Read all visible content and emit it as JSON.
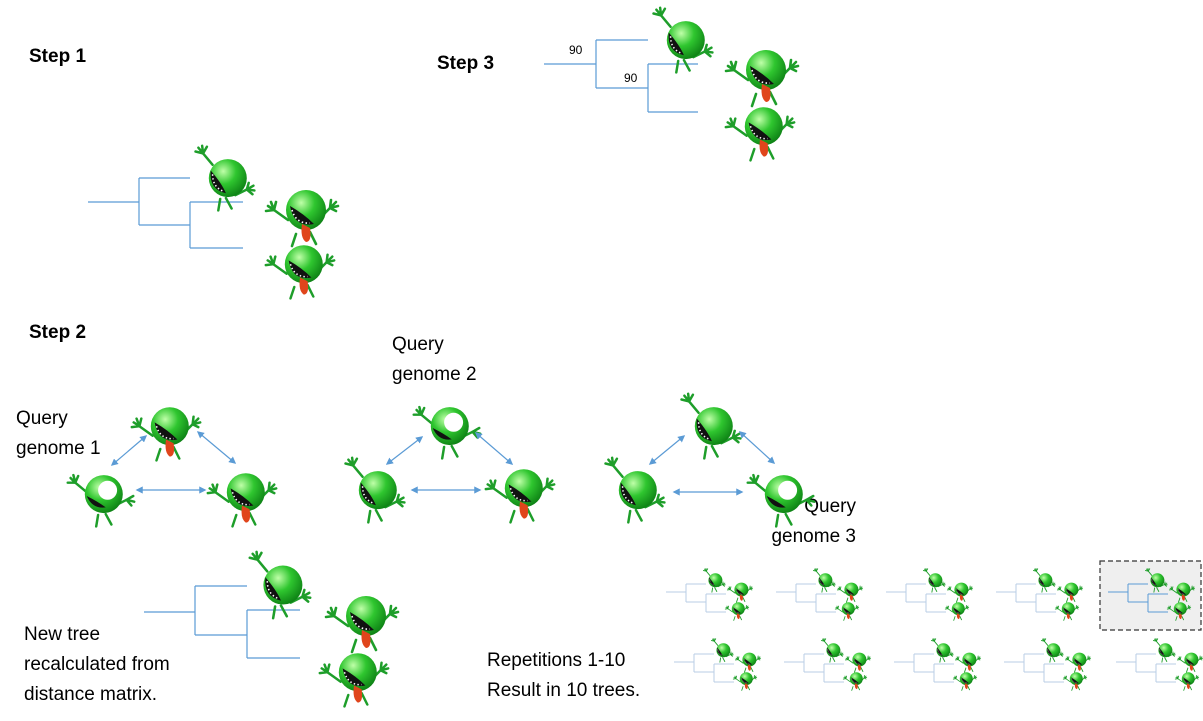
{
  "steps": {
    "step1": "Step 1",
    "step2": "Step 2",
    "step3": "Step 3"
  },
  "query_genomes": {
    "q1_line1": "Query",
    "q1_line2": "genome 1",
    "q2_line1": "Query",
    "q2_line2": "genome 2",
    "q3_line1": "Query",
    "q3_line2": "genome 3"
  },
  "bootstrap": {
    "upper": "90",
    "lower": "90"
  },
  "new_tree_caption": {
    "line1": "New tree",
    "line2": "recalculated from",
    "line3": "distance matrix."
  },
  "repetitions_caption": {
    "line1": "Repetitions 1-10",
    "line2": "Result in 10 trees."
  },
  "colors": {
    "branch": "#5b9bd5",
    "arrow": "#5b9bd5",
    "creature_body": "#2eb82e",
    "creature_dark": "#0a7a12",
    "limb": "#1e9e2a",
    "tongue": "#e0451c",
    "mouth": "#111111",
    "highlight_box_bg": "#efefef",
    "highlight_box_border": "#333333"
  },
  "icons": {
    "genome": "alien-creature-icon",
    "arrow": "double-headed-arrow-icon"
  },
  "repetitions": {
    "count": 10,
    "highlighted_index": 4
  }
}
